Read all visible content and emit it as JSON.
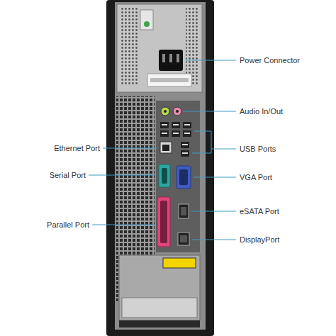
{
  "diagram": {
    "labels": [
      "Power Connector",
      "Audio In/Out",
      "Ethernet Port",
      "USB Ports",
      "Serial Port",
      "VGA Port",
      "Parallel Port",
      "eSATA Port",
      "DisplayPort"
    ]
  }
}
